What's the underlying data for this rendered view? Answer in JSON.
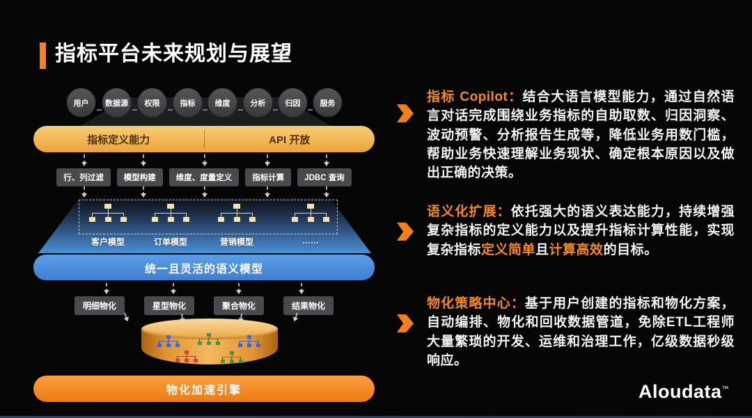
{
  "title": "指标平台未来规划与展望",
  "brand": {
    "name": "Aloudata",
    "tm": "™"
  },
  "diagram": {
    "sources": [
      "用户",
      "数据源",
      "权限",
      "指标",
      "维度",
      "分析",
      "归因",
      "服务"
    ],
    "capability_bar": {
      "left": "指标定义能力",
      "right": "API 开放"
    },
    "features": [
      "行、列过滤",
      "模型构建",
      "维度、度量定义",
      "指标计算",
      "JDBC 查询"
    ],
    "models": [
      "客户模型",
      "订单模型",
      "营销模型",
      "……"
    ],
    "semantic_bar": "统一且灵活的语义模型",
    "materializations": [
      "明细物化",
      "星型物化",
      "聚合物化",
      "结果物化"
    ],
    "engine_bar": "物化加速引擎"
  },
  "panels": [
    {
      "heading": "指标 Copilot：",
      "segments": [
        {
          "text": "结合大语言模型能力，通过自然语言对话完成围绕业务指标的自助取数、归因洞察、波动预警、分析报告生成等，降低业务用数门槛，帮助业务快速理解业务现状、确定根本原因以及做出正确的决策。",
          "highlight": false
        }
      ]
    },
    {
      "heading": "语义化扩展：",
      "segments": [
        {
          "text": "依托强大的语义表达能力，持续增强复杂指标的定义能力以及提升指标计算性能，实现复杂指标",
          "highlight": false
        },
        {
          "text": "定义简单",
          "highlight": true
        },
        {
          "text": "且",
          "highlight": false
        },
        {
          "text": "计算高效",
          "highlight": true
        },
        {
          "text": "的目标。",
          "highlight": false
        }
      ]
    },
    {
      "heading": "物化策略中心：",
      "segments": [
        {
          "text": "基于用户创建的指标和物化方案，自动编排、物化和回收数据管道，免除ETL工程师大量繁琐的开发、运维和治理工作，亿级数据秒级响应。",
          "highlight": false
        }
      ]
    }
  ]
}
